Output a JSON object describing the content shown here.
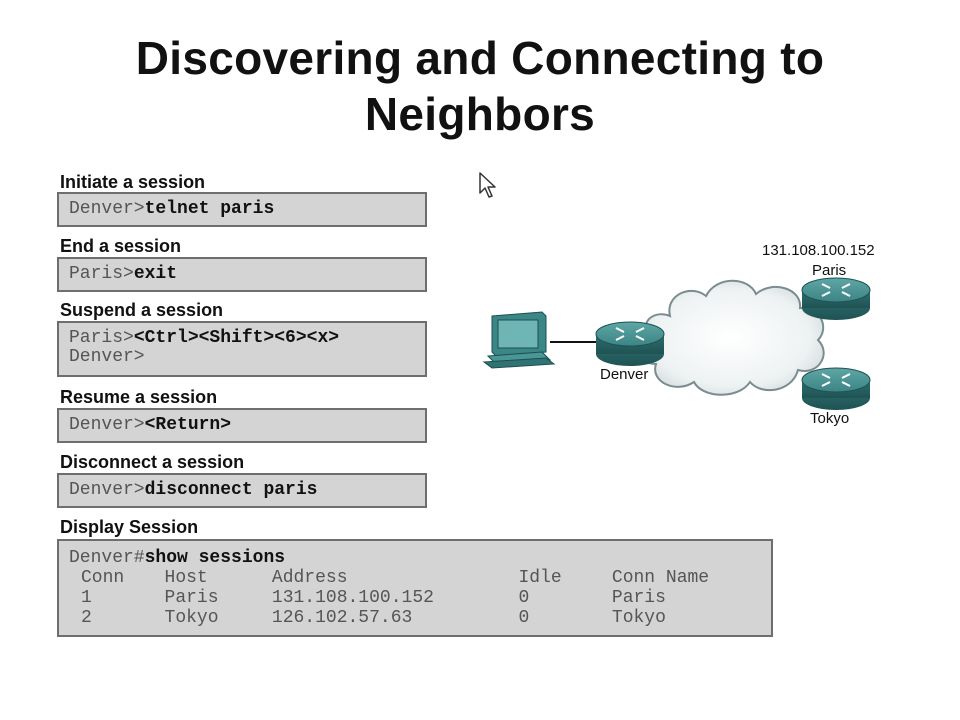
{
  "slide": {
    "title_line1": "Discovering and Connecting to",
    "title_line2": "Neighbors"
  },
  "sections": {
    "initiate": {
      "label": "Initiate a session",
      "prompt": "Denver>",
      "command": "telnet paris"
    },
    "end": {
      "label": "End a session",
      "prompt": "Paris>",
      "command": "exit"
    },
    "suspend": {
      "label": "Suspend a session",
      "prompt": "Paris>",
      "command": "<Ctrl><Shift><6><x>",
      "line2": "Denver>"
    },
    "resume": {
      "label": "Resume a session",
      "prompt": "Denver>",
      "command": "<Return>"
    },
    "disconnect": {
      "label": "Disconnect a session",
      "prompt": "Denver>",
      "command": "disconnect paris"
    },
    "display": {
      "label": "Display Session",
      "prompt": "Denver#",
      "command": "show sessions",
      "headers": [
        "Conn",
        "Host",
        "Address",
        "Idle",
        "Conn Name"
      ],
      "rows": [
        [
          "1",
          "Paris",
          "131.108.100.152",
          "0",
          "Paris"
        ],
        [
          "2",
          "Tokyo",
          "126.102.57.63",
          "0",
          "Tokyo"
        ]
      ]
    }
  },
  "diagram": {
    "paris_ip": "131.108.100.152",
    "paris_label": "Paris",
    "denver_label": "Denver",
    "tokyo_label": "Tokyo",
    "icons": [
      "workstation-icon",
      "router-icon",
      "cloud-icon"
    ]
  },
  "colors": {
    "box_fill": "#d4d4d4",
    "box_border": "#6e6e6e",
    "router_teal": "#3f8a8a"
  }
}
